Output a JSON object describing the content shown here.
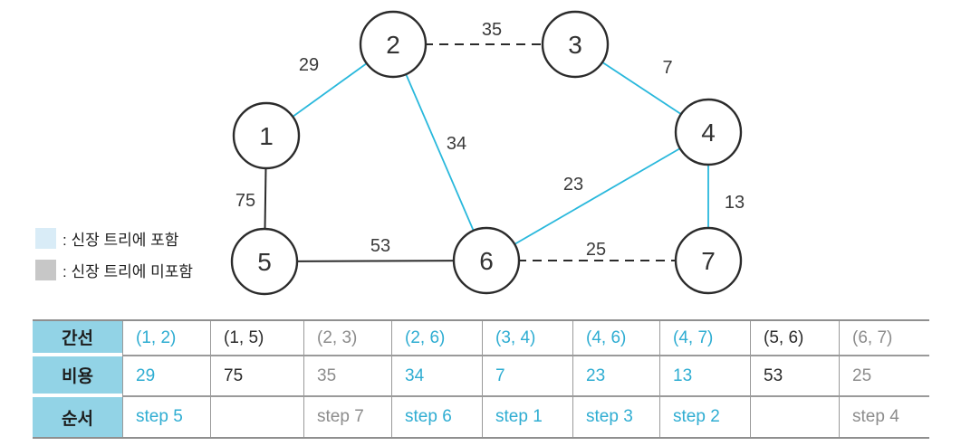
{
  "colors": {
    "included_accent": "#29b8dc",
    "included_text": "#2fadd2",
    "excluded_text": "#8c8c8c",
    "pending_text": "#2b2b2b",
    "table_header_bg": "#92d3e6",
    "legend_included_swatch": "#d9ecf7",
    "legend_excluded_swatch": "#c7c7c7"
  },
  "legend": {
    "items": [
      {
        "label": ": 신장 트리에 포함",
        "status": "included"
      },
      {
        "label": ": 신장 트리에 미포함",
        "status": "excluded"
      }
    ]
  },
  "graph": {
    "nodes": [
      {
        "id": "1"
      },
      {
        "id": "2"
      },
      {
        "id": "3"
      },
      {
        "id": "4"
      },
      {
        "id": "5"
      },
      {
        "id": "6"
      },
      {
        "id": "7"
      }
    ],
    "edges": [
      {
        "pair": "(1, 2)",
        "weight": "29",
        "status": "included"
      },
      {
        "pair": "(2, 3)",
        "weight": "35",
        "status": "excluded"
      },
      {
        "pair": "(3, 4)",
        "weight": "7",
        "status": "included"
      },
      {
        "pair": "(2, 6)",
        "weight": "34",
        "status": "included"
      },
      {
        "pair": "(4, 6)",
        "weight": "23",
        "status": "included"
      },
      {
        "pair": "(4, 7)",
        "weight": "13",
        "status": "included"
      },
      {
        "pair": "(1, 5)",
        "weight": "75",
        "status": "pending"
      },
      {
        "pair": "(5, 6)",
        "weight": "53",
        "status": "pending"
      },
      {
        "pair": "(6, 7)",
        "weight": "25",
        "status": "excluded"
      }
    ]
  },
  "table": {
    "row_headers": {
      "edge": "간선",
      "cost": "비용",
      "order": "순서"
    },
    "columns": [
      {
        "edge": "(1, 2)",
        "cost": "29",
        "step": "step 5",
        "status": "included"
      },
      {
        "edge": "(1, 5)",
        "cost": "75",
        "step": "",
        "status": "pending"
      },
      {
        "edge": "(2, 3)",
        "cost": "35",
        "step": "step 7",
        "status": "excluded"
      },
      {
        "edge": "(2, 6)",
        "cost": "34",
        "step": "step 6",
        "status": "included"
      },
      {
        "edge": "(3, 4)",
        "cost": "7",
        "step": "step 1",
        "status": "included"
      },
      {
        "edge": "(4, 6)",
        "cost": "23",
        "step": "step 3",
        "status": "included"
      },
      {
        "edge": "(4, 7)",
        "cost": "13",
        "step": "step 2",
        "status": "included"
      },
      {
        "edge": "(5, 6)",
        "cost": "53",
        "step": "",
        "status": "pending"
      },
      {
        "edge": "(6, 7)",
        "cost": "25",
        "step": "step 4",
        "status": "excluded"
      }
    ]
  }
}
